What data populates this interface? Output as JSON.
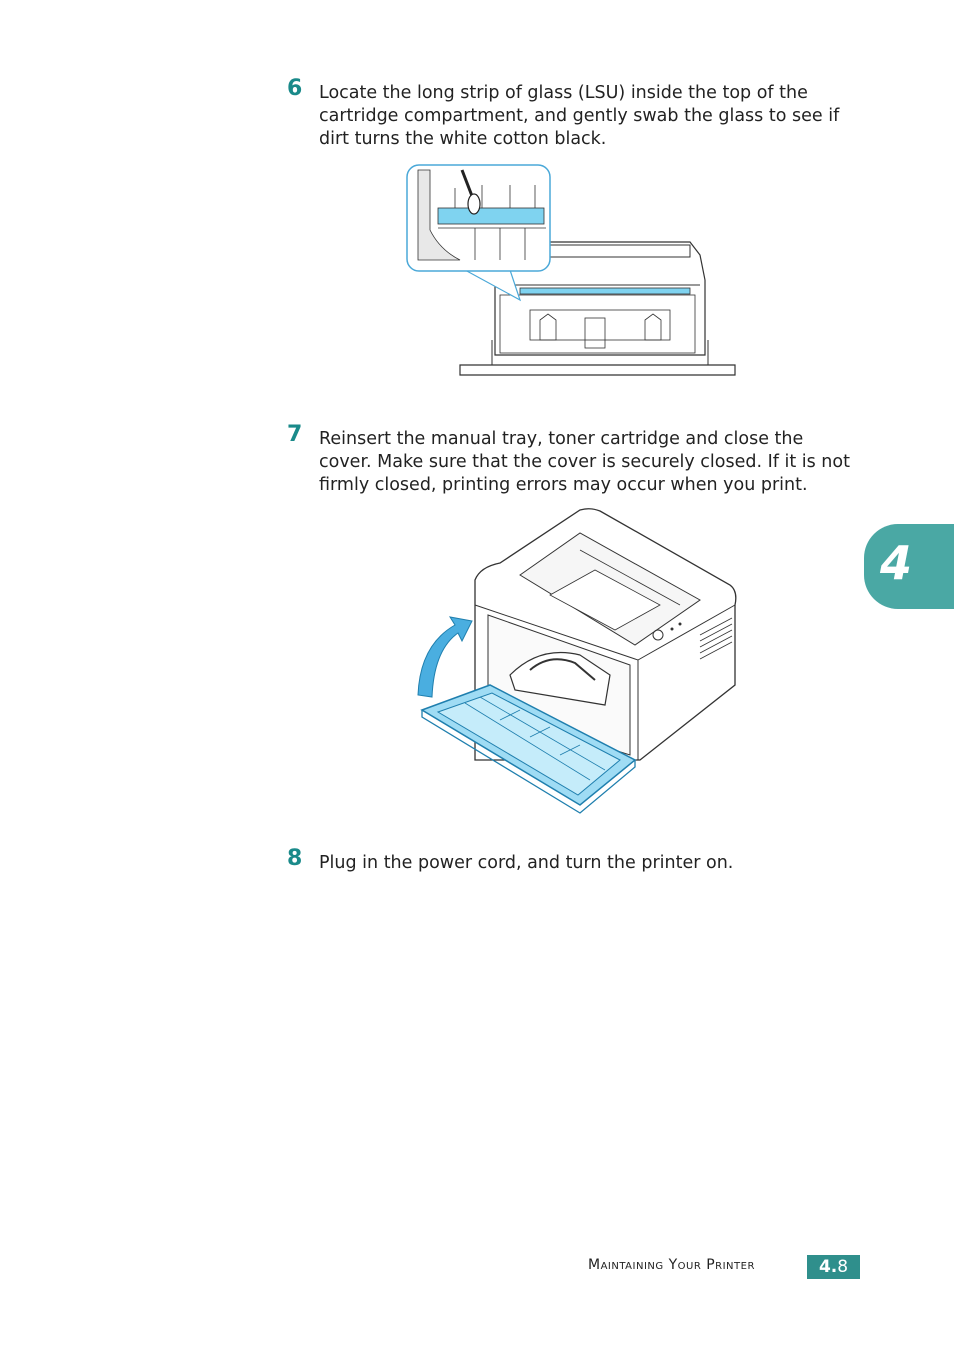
{
  "steps": [
    {
      "number": "6",
      "text": "Locate the long strip of glass (LSU) inside the top of the cartridge compartment, and gently swab the glass to see if dirt turns the white cotton black."
    },
    {
      "number": "7",
      "text": "Reinsert the manual tray, toner cartridge and close the cover.  Make sure that the cover is securely closed. If it is not firmly closed, printing errors may occur when you print."
    },
    {
      "number": "8",
      "text": "Plug in the power cord, and turn the printer on."
    }
  ],
  "chapter_tab": "4",
  "footer": {
    "title": "Maintaining Your Printer",
    "page_prefix": "4.",
    "page_number": "8"
  },
  "colors": {
    "accent": "#1a8a8a",
    "tab": "#4aa8a4",
    "highlight": "#7fd3f0"
  }
}
